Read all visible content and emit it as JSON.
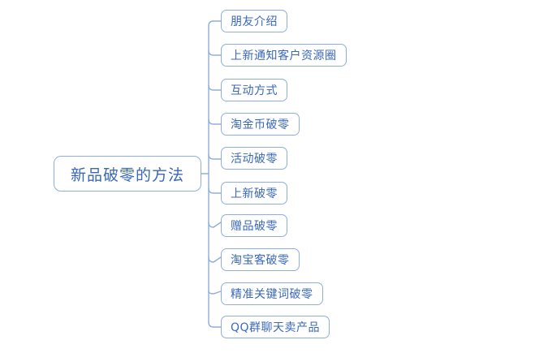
{
  "diagram": {
    "type": "mind-map",
    "title": "新品破零的方法",
    "background_color": "#ffffff",
    "node_border_color": "#8faedc",
    "node_text_color": "#3a68b8",
    "connector_color": "#8faedc",
    "root": {
      "label": "新品破零的方法"
    },
    "branches": [
      {
        "label": "朋友介绍"
      },
      {
        "label": "上新通知客户资源圈"
      },
      {
        "label": "互动方式"
      },
      {
        "label": "淘金币破零"
      },
      {
        "label": "活动破零"
      },
      {
        "label": "上新破零"
      },
      {
        "label": "赠品破零"
      },
      {
        "label": "淘宝客破零"
      },
      {
        "label": "精准关键词破零"
      },
      {
        "label": "QQ群聊天卖产品"
      }
    ]
  }
}
